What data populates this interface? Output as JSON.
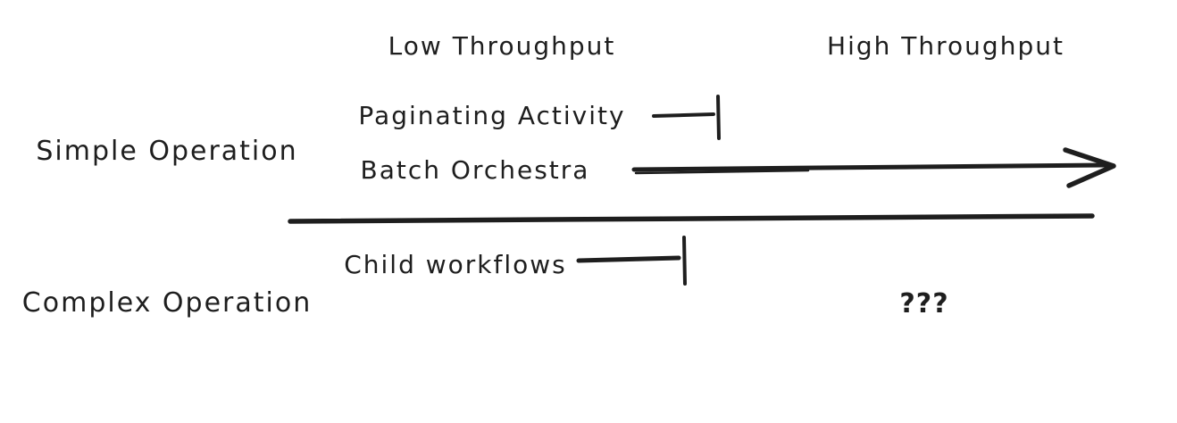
{
  "diagram": {
    "columns": {
      "low": "Low Throughput",
      "high": "High Throughput"
    },
    "rows": {
      "simple": "Simple Operation",
      "complex": "Complex Operation"
    },
    "items": {
      "paginating": "Paginating Activity",
      "batch": "Batch Orchestra",
      "child": "Child workflows",
      "unknown": "???"
    },
    "colors": {
      "stroke": "#1e1e1e",
      "background": "#ffffff"
    }
  }
}
